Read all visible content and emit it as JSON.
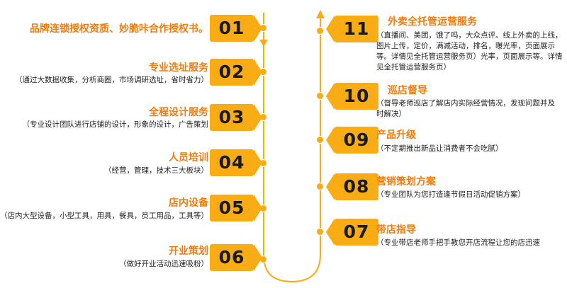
{
  "colors": {
    "accent": "#f9ac13",
    "title": "#f27b0e",
    "text": "#222222"
  },
  "steps": [
    {
      "num": "01",
      "title": "品牌连锁授权资质、妙脆咔合作授权书。",
      "desc": ""
    },
    {
      "num": "02",
      "title": "专业选址服务",
      "desc": "（通过大数据收集，分析商圈，市场调研选址，省时省力）"
    },
    {
      "num": "03",
      "title": "全程设计服务",
      "desc": "（专业设计团队进行店铺的设计，形象的设计，广告策划"
    },
    {
      "num": "04",
      "title": "人员培训",
      "desc": "（经营，管理，技术三大板块）"
    },
    {
      "num": "05",
      "title": "店内设备",
      "desc": "（店内大型设备，小型工具，用具，餐具，员工用品，工具等）"
    },
    {
      "num": "06",
      "title": "开业策划",
      "desc": "（做好开业活动迅速吸粉）"
    },
    {
      "num": "07",
      "title": "带店指导",
      "desc": "（专业带店老师手把手教您开店流程让您的店迅速"
    },
    {
      "num": "08",
      "title": "营销策划方案",
      "desc": "（专业团队为您打造逢节假日活动促销方案）"
    },
    {
      "num": "09",
      "title": "产品升级",
      "desc": "（不定期推出新品让消费者不会吃腻）"
    },
    {
      "num": "10",
      "title": "巡店督导",
      "desc": "（督导老师巡店了解店内实际经营情况，发现问题并及时解决）"
    },
    {
      "num": "11",
      "title": "外卖全托管运营服务",
      "desc": "（直播间、美团，饿了吗，大众点评。线上外卖的上线，图片上传，定价，满减活动，排名，曝光率，页面展示等。详情见全托管运营服务页）光率，页面展示等。详情见全托管运营服务页）"
    }
  ]
}
